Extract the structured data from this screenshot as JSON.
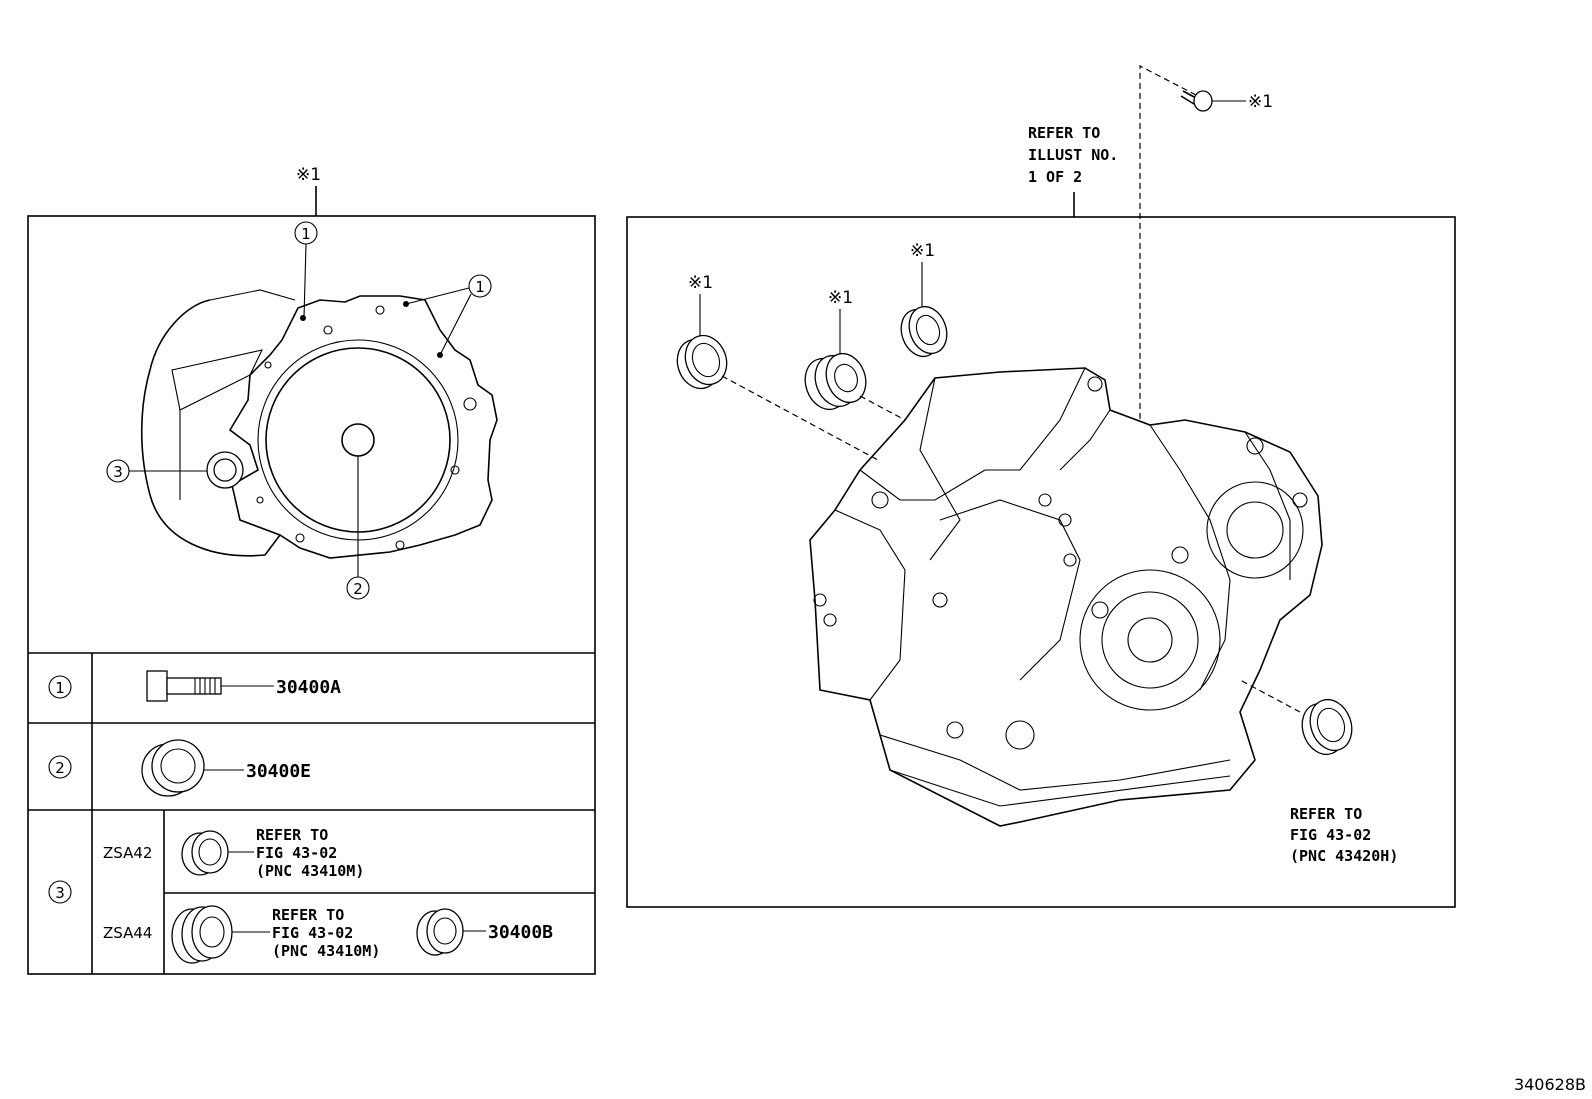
{
  "note_mark": "※1",
  "left_panel": {
    "top_note": "※1",
    "callouts": {
      "c1": "1",
      "c2": "2",
      "c3": "3"
    },
    "rows": [
      {
        "index": "1",
        "part_number": "30400A"
      },
      {
        "index": "2",
        "part_number": "30400E"
      },
      {
        "index": "3",
        "variants": [
          {
            "model": "ZSA42",
            "refer_lines": [
              "REFER TO",
              "FIG 43-02",
              "(PNC 43410M)"
            ]
          },
          {
            "model": "ZSA44",
            "refer_lines": [
              "REFER TO",
              "FIG 43-02",
              "(PNC 43410M)"
            ],
            "part_number": "30400B"
          }
        ]
      }
    ]
  },
  "right_panel": {
    "refer_top_lines": [
      "REFER TO",
      "ILLUST NO.",
      "1 OF 2"
    ],
    "bolt_note": "※1",
    "seal_notes": [
      "※1",
      "※1",
      "※1"
    ],
    "refer_bottom_lines": [
      "REFER TO",
      "FIG 43-02",
      "(PNC 43420H)"
    ]
  },
  "diagram_id": "340628B"
}
